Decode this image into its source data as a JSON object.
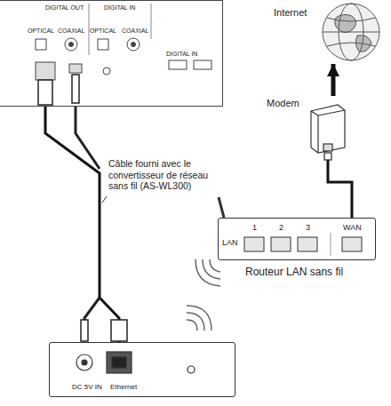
{
  "diagram": {
    "nodes": [
      {
        "text": [
          "DIGITAL OUT",
          "OPTICAL",
          "COAXIAL",
          "DIGITAL IN",
          "OPTICAL",
          "COAXIAL",
          "DIGITAL IN"
        ]
      },
      {
        "text": [
          "Internet"
        ]
      },
      {
        "text": [
          "Modem"
        ]
      },
      {
        "text": [
          "LAN",
          "1",
          "2",
          "3",
          "WAN",
          "Routeur LAN sans fil"
        ]
      },
      {
        "text": [
          "DC 5V IN",
          "Ethernet"
        ]
      }
    ],
    "edges": [
      {
        "from": 0,
        "to": 4,
        "arrow": "none"
      },
      {
        "from": 2,
        "to": 1,
        "arrow": "to"
      },
      {
        "from": 3,
        "to": 2,
        "arrow": "none"
      }
    ],
    "labels": [
      "Câble fourni avec le convertisseur de réseau sans fil (AS-WL300)"
    ]
  }
}
